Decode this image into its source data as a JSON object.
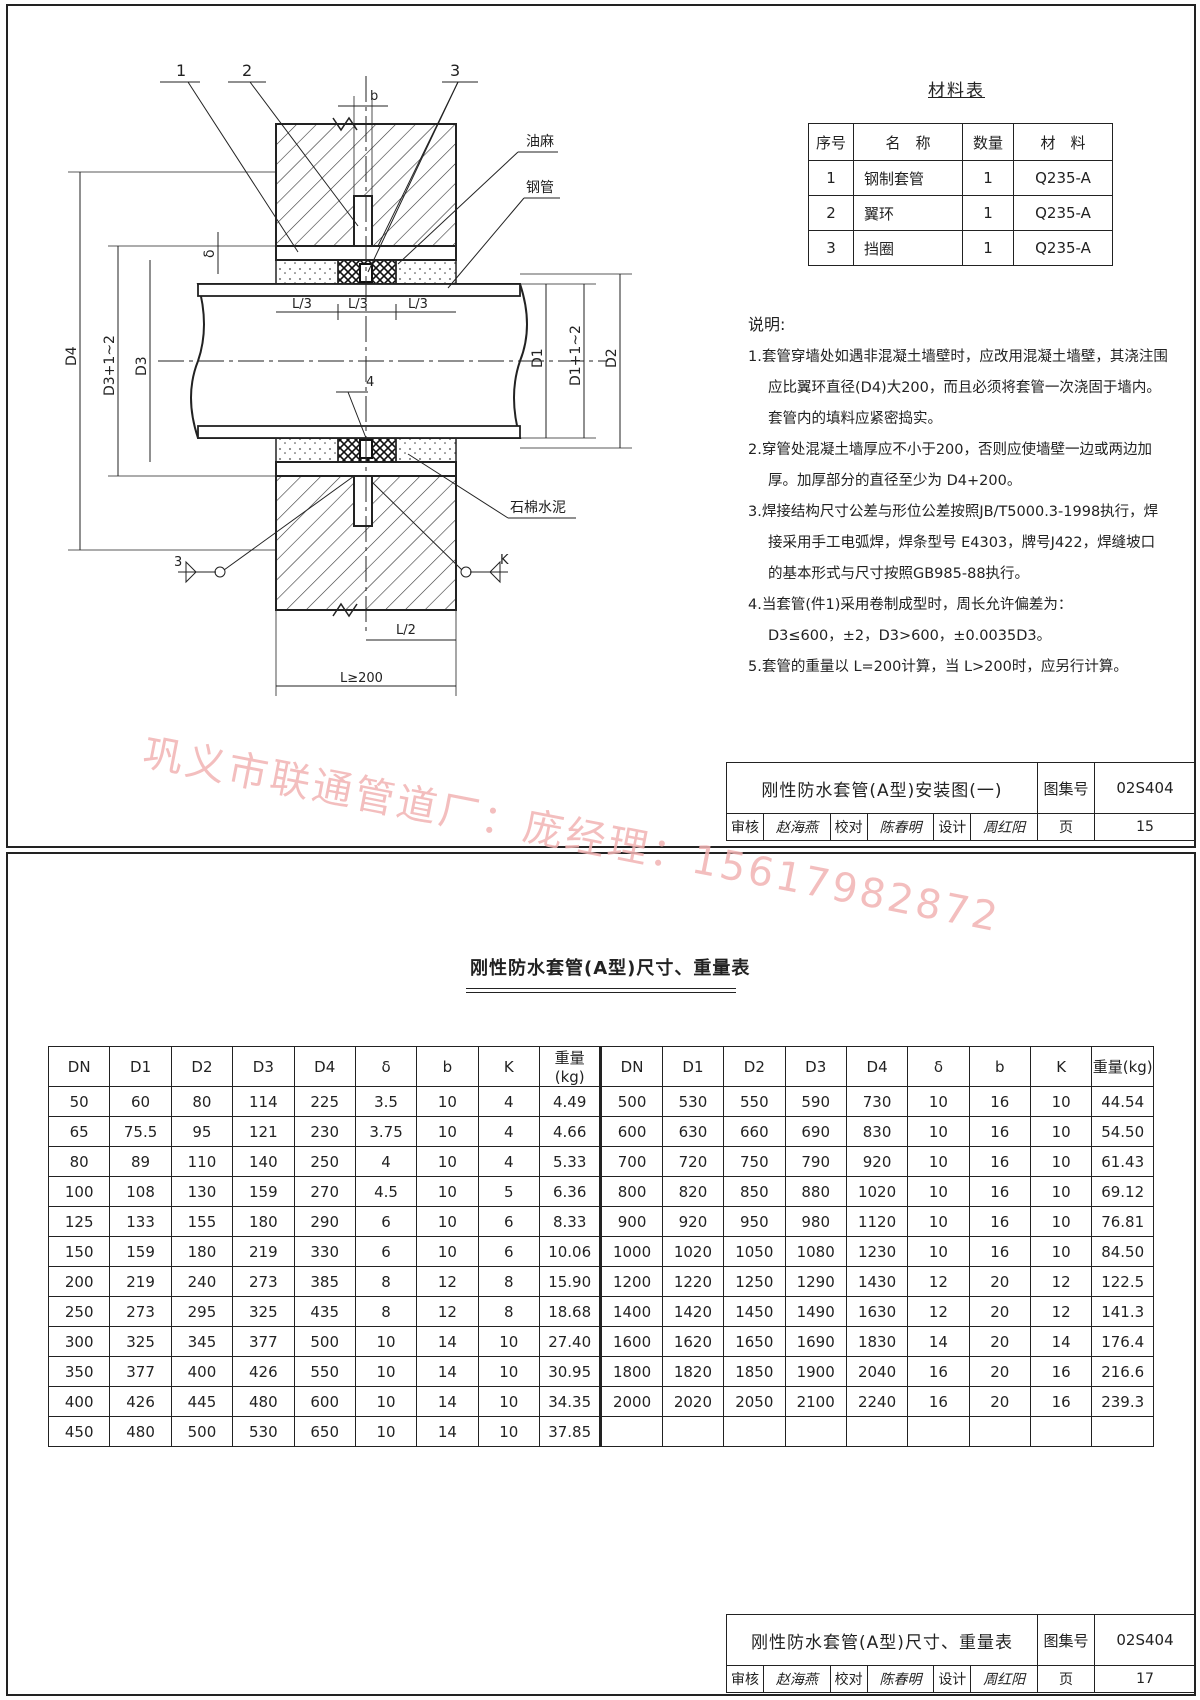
{
  "sheet1": {
    "drawing": {
      "labels": {
        "n1": "1",
        "n2": "2",
        "n3": "3",
        "b": "b",
        "delta": "δ",
        "oil_hemp": "油麻",
        "steel_pipe": "钢管",
        "asbestos_cement": "石棉水泥",
        "l3": "L/3",
        "l2": "L/2",
        "lmin": "L≥200",
        "d1": "D1",
        "d1p": "D1+1~2",
        "d2": "D2",
        "d3": "D3",
        "d3p": "D3+1~2",
        "d4": "D4",
        "weld4": "4",
        "weld3": "3",
        "weldk": "K"
      }
    },
    "materials": {
      "title": "材料表",
      "headers": [
        "序号",
        "名　称",
        "数量",
        "材　料"
      ],
      "rows": [
        [
          "1",
          "钢制套管",
          "1",
          "Q235-A"
        ],
        [
          "2",
          "翼环",
          "1",
          "Q235-A"
        ],
        [
          "3",
          "挡圈",
          "1",
          "Q235-A"
        ]
      ]
    },
    "notes": {
      "heading": "说明:",
      "items": [
        "1.套管穿墙处如遇非混凝土墙壁时，应改用混凝土墙壁，其浇注围应比翼环直径(D4)大200，而且必须将套管一次浇固于墙内。套管内的填料应紧密捣实。",
        "2.穿管处混凝土墙厚应不小于200，否则应使墙壁一边或两边加厚。加厚部分的直径至少为 D4+200。",
        "3.焊接结构尺寸公差与形位公差按照JB/T5000.3-1998执行，焊接采用手工电弧焊，焊条型号 E4303，牌号J422，焊缝坡口的基本形式与尺寸按照GB985-88执行。",
        "4.当套管(件1)采用卷制成型时，周长允许偏差为：D3≤600，±2，D3>600，±0.0035D3。",
        "5.套管的重量以 L=200计算，当 L>200时，应另行计算。"
      ]
    },
    "title_block": {
      "title": "刚性防水套管(A型)安装图(一)",
      "atlas_label": "图集号",
      "atlas_no": "02S404",
      "review_label": "审核",
      "review_sig": "赵海燕",
      "check_label": "校对",
      "check_sig": "陈春明",
      "design_label": "设计",
      "design_sig": "周红阳",
      "page_label": "页",
      "page_no": "15"
    }
  },
  "watermark": "巩义市联通管道厂：庞经理：15617982872",
  "sheet2": {
    "title": "刚性防水套管(A型)尺寸、重量表",
    "headers": [
      "DN",
      "D1",
      "D2",
      "D3",
      "D4",
      "δ",
      "b",
      "K",
      "重量(kg)"
    ],
    "left_rows": [
      [
        "50",
        "60",
        "80",
        "114",
        "225",
        "3.5",
        "10",
        "4",
        "4.49"
      ],
      [
        "65",
        "75.5",
        "95",
        "121",
        "230",
        "3.75",
        "10",
        "4",
        "4.66"
      ],
      [
        "80",
        "89",
        "110",
        "140",
        "250",
        "4",
        "10",
        "4",
        "5.33"
      ],
      [
        "100",
        "108",
        "130",
        "159",
        "270",
        "4.5",
        "10",
        "5",
        "6.36"
      ],
      [
        "125",
        "133",
        "155",
        "180",
        "290",
        "6",
        "10",
        "6",
        "8.33"
      ],
      [
        "150",
        "159",
        "180",
        "219",
        "330",
        "6",
        "10",
        "6",
        "10.06"
      ],
      [
        "200",
        "219",
        "240",
        "273",
        "385",
        "8",
        "12",
        "8",
        "15.90"
      ],
      [
        "250",
        "273",
        "295",
        "325",
        "435",
        "8",
        "12",
        "8",
        "18.68"
      ],
      [
        "300",
        "325",
        "345",
        "377",
        "500",
        "10",
        "14",
        "10",
        "27.40"
      ],
      [
        "350",
        "377",
        "400",
        "426",
        "550",
        "10",
        "14",
        "10",
        "30.95"
      ],
      [
        "400",
        "426",
        "445",
        "480",
        "600",
        "10",
        "14",
        "10",
        "34.35"
      ],
      [
        "450",
        "480",
        "500",
        "530",
        "650",
        "10",
        "14",
        "10",
        "37.85"
      ]
    ],
    "right_rows": [
      [
        "500",
        "530",
        "550",
        "590",
        "730",
        "10",
        "16",
        "10",
        "44.54"
      ],
      [
        "600",
        "630",
        "660",
        "690",
        "830",
        "10",
        "16",
        "10",
        "54.50"
      ],
      [
        "700",
        "720",
        "750",
        "790",
        "920",
        "10",
        "16",
        "10",
        "61.43"
      ],
      [
        "800",
        "820",
        "850",
        "880",
        "1020",
        "10",
        "16",
        "10",
        "69.12"
      ],
      [
        "900",
        "920",
        "950",
        "980",
        "1120",
        "10",
        "16",
        "10",
        "76.81"
      ],
      [
        "1000",
        "1020",
        "1050",
        "1080",
        "1230",
        "10",
        "16",
        "10",
        "84.50"
      ],
      [
        "1200",
        "1220",
        "1250",
        "1290",
        "1430",
        "12",
        "20",
        "12",
        "122.5"
      ],
      [
        "1400",
        "1420",
        "1450",
        "1490",
        "1630",
        "12",
        "20",
        "12",
        "141.3"
      ],
      [
        "1600",
        "1620",
        "1650",
        "1690",
        "1830",
        "14",
        "20",
        "14",
        "176.4"
      ],
      [
        "1800",
        "1820",
        "1850",
        "1900",
        "2040",
        "16",
        "20",
        "16",
        "216.6"
      ],
      [
        "2000",
        "2020",
        "2050",
        "2100",
        "2240",
        "16",
        "20",
        "16",
        "239.3"
      ],
      [
        "",
        "",
        "",
        "",
        "",
        "",
        "",
        "",
        ""
      ]
    ],
    "title_block": {
      "title": "刚性防水套管(A型)尺寸、重量表",
      "atlas_label": "图集号",
      "atlas_no": "02S404",
      "review_label": "审核",
      "review_sig": "赵海燕",
      "check_label": "校对",
      "check_sig": "陈春明",
      "design_label": "设计",
      "design_sig": "周红阳",
      "page_label": "页",
      "page_no": "17"
    }
  }
}
